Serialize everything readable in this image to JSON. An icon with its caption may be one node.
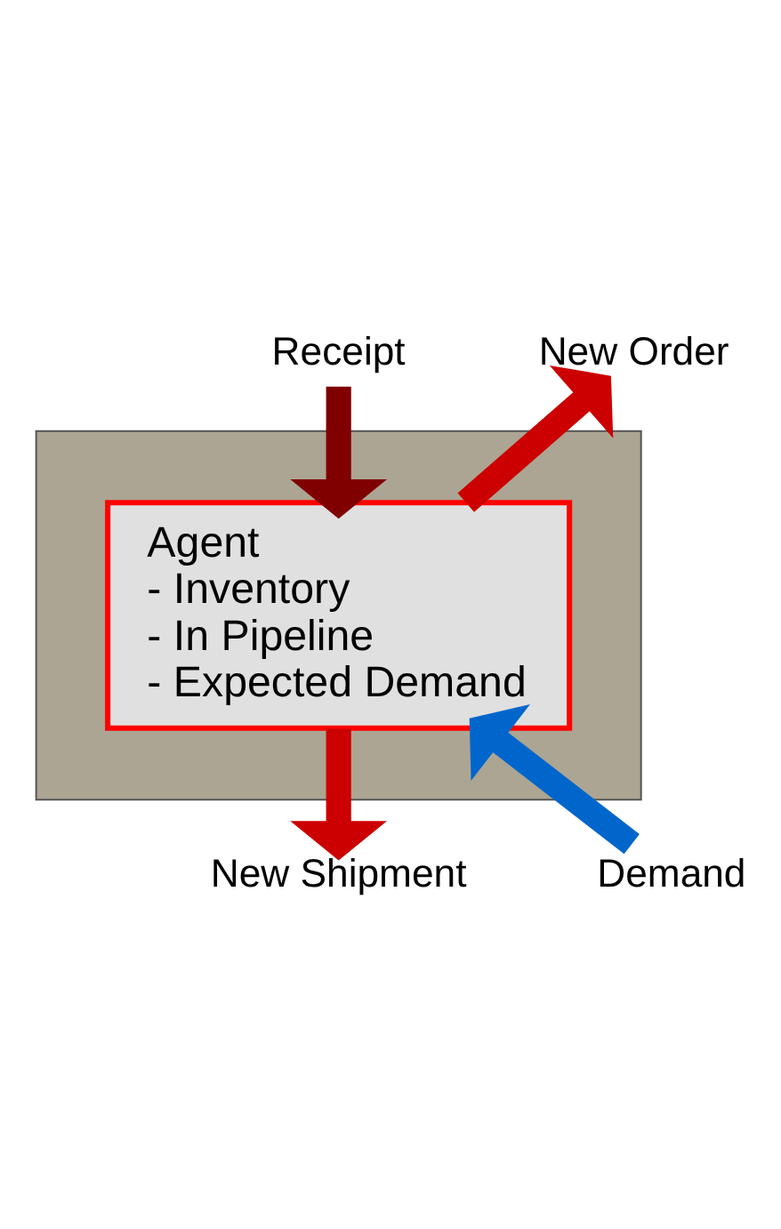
{
  "diagram": {
    "nodes": [
      {
        "text": [
          "Receipt"
        ]
      },
      {
        "text": [
          "New Order"
        ]
      },
      {
        "text": [],
        "shape": "box"
      },
      {
        "text": [
          "Agent",
          "- Inventory",
          "- In Pipeline",
          "- Expected Demand"
        ],
        "in": 2
      },
      {
        "text": [
          "New Shipment"
        ]
      },
      {
        "text": [
          "Demand"
        ]
      }
    ],
    "edges": [
      {
        "from": 0,
        "to": 3,
        "arrow": "to",
        "color": "#800000"
      },
      {
        "from": 3,
        "to": 1,
        "arrow": "to"
      },
      {
        "from": 3,
        "to": 4,
        "arrow": "to"
      },
      {
        "from": 5,
        "to": 3,
        "arrow": "to",
        "color": "#0066cc"
      }
    ]
  }
}
